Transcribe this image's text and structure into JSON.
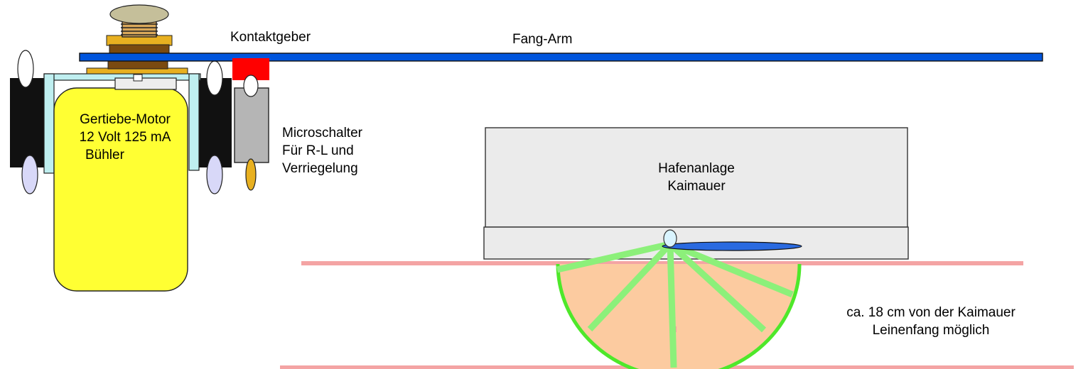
{
  "labels": {
    "contact": "Kontaktgeber",
    "arm": "Fang-Arm",
    "motor": [
      "Gertiebe-Motor",
      "12 Volt 125 mA",
      "Bühler"
    ],
    "switch": [
      "Microschalter",
      "Für R-L und",
      "Verriegelung"
    ],
    "harbor": [
      "Hafenanlage",
      "Kaimauer"
    ],
    "range": [
      "ca. 18 cm von der Kaimauer",
      "Leinenfang möglich"
    ]
  },
  "colors": {
    "arm_blue": "#0055dd",
    "contact_red": "#ff0000",
    "motor_yellow": "#ffff33",
    "brass": "#e8b020",
    "shaft_brown": "#7a4a10",
    "frame_light": "#bfeff0",
    "wheel_black": "#111111",
    "switch_gray": "#b5b5b5",
    "harbor_fill": "#ebebeb",
    "water_line": "#f4a4a4",
    "range_fill": "#fccba0",
    "range_edge": "#4ee82a",
    "range_spoke": "#8cf07a"
  }
}
